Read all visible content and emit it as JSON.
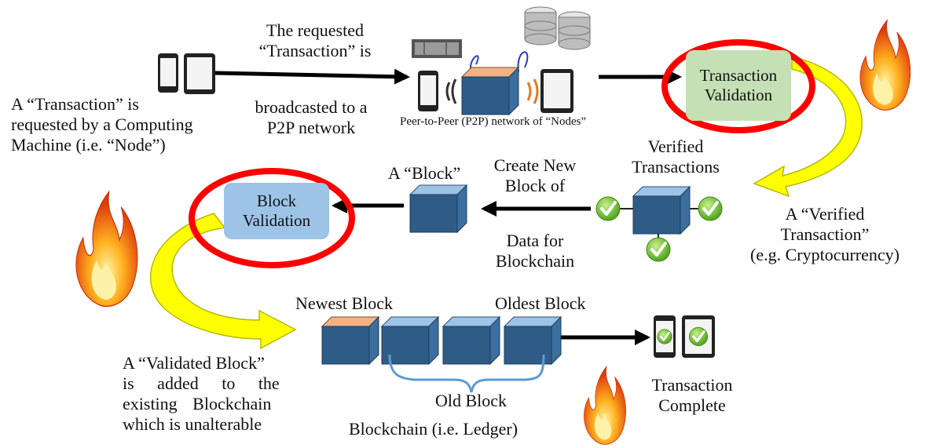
{
  "labels": {
    "requested_line1": "A “Transaction” is",
    "requested_line2": "requested by a Computing",
    "requested_line3": "Machine (i.e. “Node”)",
    "broadcast_top1": "The requested",
    "broadcast_top2": "“Transaction” is",
    "broadcast_bottom1": "broadcasted to a",
    "broadcast_bottom2": "P2P network",
    "p2p_caption": "Peer-to-Peer (P2P) network of “Nodes”",
    "verified_tx_line1": "Verified",
    "verified_tx_line2": "Transactions",
    "verified_right1": "A “Verified",
    "verified_right2": "Transaction”",
    "verified_right3": "(e.g. Cryptocurrency)",
    "create_line1": "Create New",
    "create_line2": "Block of",
    "data_line1": "Data for",
    "data_line2": "Blockchain",
    "a_block": "A “Block”",
    "newest": "Newest Block",
    "oldest": "Oldest Block",
    "old_block": "Old Block",
    "blockchain": "Blockchain (i.e. Ledger)",
    "complete1": "Transaction",
    "complete2": "Complete",
    "added_line1": "A “Validated Block”",
    "added_line2": "is added to the",
    "added_line3": "existing Blockchain",
    "added_line4": "which is unalterable"
  },
  "boxes": {
    "tx_validation1": "Transaction",
    "tx_validation2": "Validation",
    "block_validation1": "Block",
    "block_validation2": "Validation"
  },
  "colors": {
    "tx_box": "#c5e0b4",
    "block_box": "#9dc3e6",
    "highlight_ring": "#ff0000",
    "cube_top_new": "#f4b183",
    "cube_top_old": "#9dc3e6",
    "cube_side": "#2e5c87",
    "curved_arrow": "#ffff00",
    "check": "#7cc242"
  }
}
